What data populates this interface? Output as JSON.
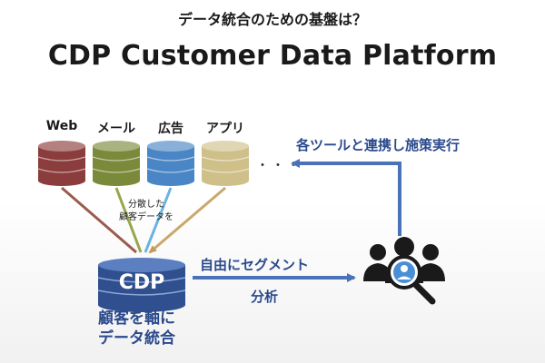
{
  "header": {
    "subtitle": "データ統合のための基盤は？",
    "title": "CDP Customer Data Platform"
  },
  "sources": [
    {
      "label": "Web",
      "color": "#8b3c3c"
    },
    {
      "label": "メール",
      "color": "#7a8a3a"
    },
    {
      "label": "広告",
      "color": "#4a86c5"
    },
    {
      "label": "アプリ",
      "color": "#cfc08a"
    }
  ],
  "ellipsis": "・・・",
  "distributed_label_1": "分散した",
  "distributed_label_2": "顧客データを",
  "cdp": {
    "label": "CDP",
    "caption_1": "顧客を軸に",
    "caption_2": "データ統合",
    "color": "#2f4f8f"
  },
  "segment_label": "自由にセグメント",
  "analysis_label": "分析",
  "feedback_label": "各ツールと連携し施策実行",
  "icon": "people-search-icon"
}
